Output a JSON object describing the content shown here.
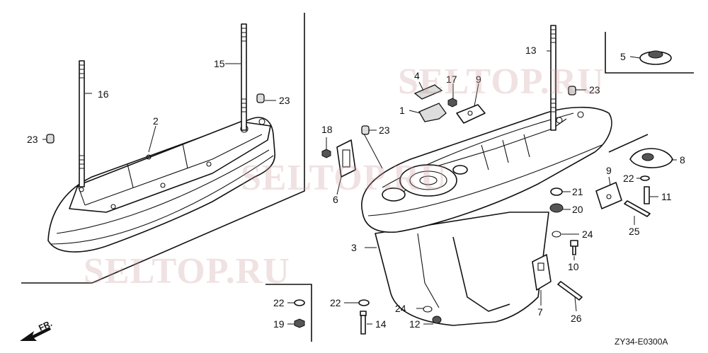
{
  "watermark": {
    "text": "SELTOP.RU"
  },
  "diagram_code": "ZY34-E0300A",
  "direction_label": "FR.",
  "callouts": {
    "c1": "1",
    "c2": "2",
    "c3": "3",
    "c4": "4",
    "c5": "5",
    "c6": "6",
    "c7": "7",
    "c8": "8",
    "c9a": "9",
    "c9b": "9",
    "c10": "10",
    "c11": "11",
    "c12": "12",
    "c13": "13",
    "c14": "14",
    "c15": "15",
    "c16": "16",
    "c17": "17",
    "c18": "18",
    "c19": "19",
    "c20": "20",
    "c21": "21",
    "c22a": "22",
    "c22b": "22",
    "c22c": "22",
    "c23a": "23",
    "c23b": "23",
    "c23c": "23",
    "c23d": "23",
    "c24a": "24",
    "c24b": "24",
    "c25": "25",
    "c26": "26"
  }
}
